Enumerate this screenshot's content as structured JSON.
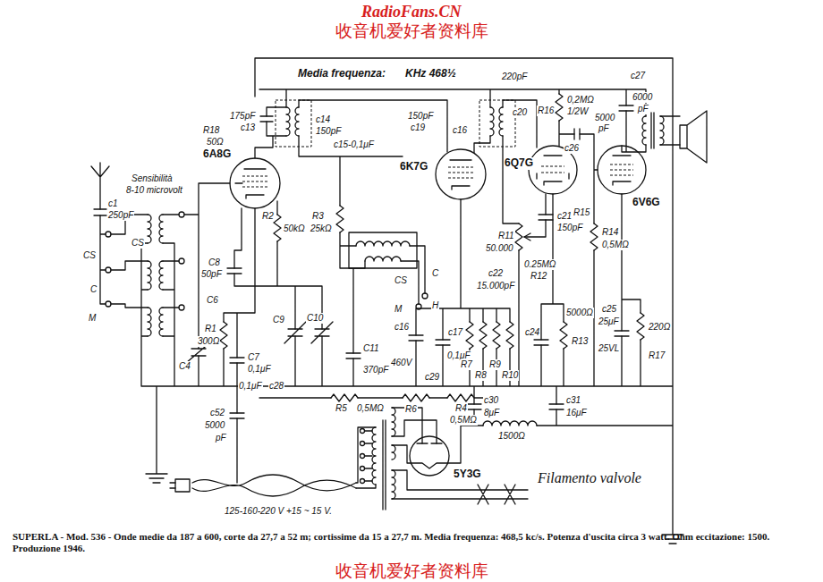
{
  "diagram": {
    "caption": "SUPERLA - Mod. 536 - Onde medie da 187 a 600, corte da 27,7 a 52 m; cortissime da 15 a 27,7 m. Media frequenza: 468,5 kc/s. Potenza d'uscita circa 3 watt. Ohm eccitazione: 1500. Produzione 1946.",
    "labels": [
      "RadioFans.CN",
      "收音机爱好者资料库",
      "Sensibilità",
      "8-10 microvolt",
      "Media frequenza:",
      "KHz 468½",
      "c1",
      "250pF",
      "CS",
      "CS",
      "C",
      "M",
      "R18",
      "50Ω",
      "175pF",
      "c13",
      "6A8G",
      "c14",
      "150pF",
      "c15-0,1μF",
      "150pF",
      "c19",
      "6K7G",
      "220pF",
      "c20",
      "c16",
      "R16",
      "0,2MΩ",
      "1/2W",
      "c26",
      "R15",
      "5000",
      "pF",
      "c27",
      "6000",
      "pF",
      "6Q7G",
      "6V6G",
      "R2",
      "50kΩ",
      "R3",
      "25kΩ",
      "C8",
      "50pF",
      "c21",
      "150pF",
      "R11",
      "50.000",
      "R14",
      "0,5MΩ",
      "0.25MΩ",
      "R12",
      "c22",
      "15.000pF",
      "c24",
      "R13",
      "5000Ω",
      "25μF",
      "25VL",
      "c25",
      "R17",
      "220Ω",
      "c17",
      "c16",
      "0,1μF",
      "R7",
      "R8",
      "R9",
      "R10",
      "460V",
      "c29",
      "R1",
      "300Ω",
      "C7",
      "0,1μF",
      "C4",
      "C6",
      "C9",
      "C10",
      "C11",
      "370pF",
      "CS",
      "C",
      "M",
      "H",
      "0,1μF",
      "c28",
      "R5",
      "0,5MΩ",
      "R6",
      "R4",
      "0,5MΩ",
      "c30",
      "8μF",
      "c31",
      "16μF",
      "1500Ω",
      "c52",
      "5000",
      "pF",
      "125-160-220 V +15 ~ 15 V.",
      "5Y3G",
      "Filamento valvole",
      "收音机爱好者资料库"
    ]
  }
}
